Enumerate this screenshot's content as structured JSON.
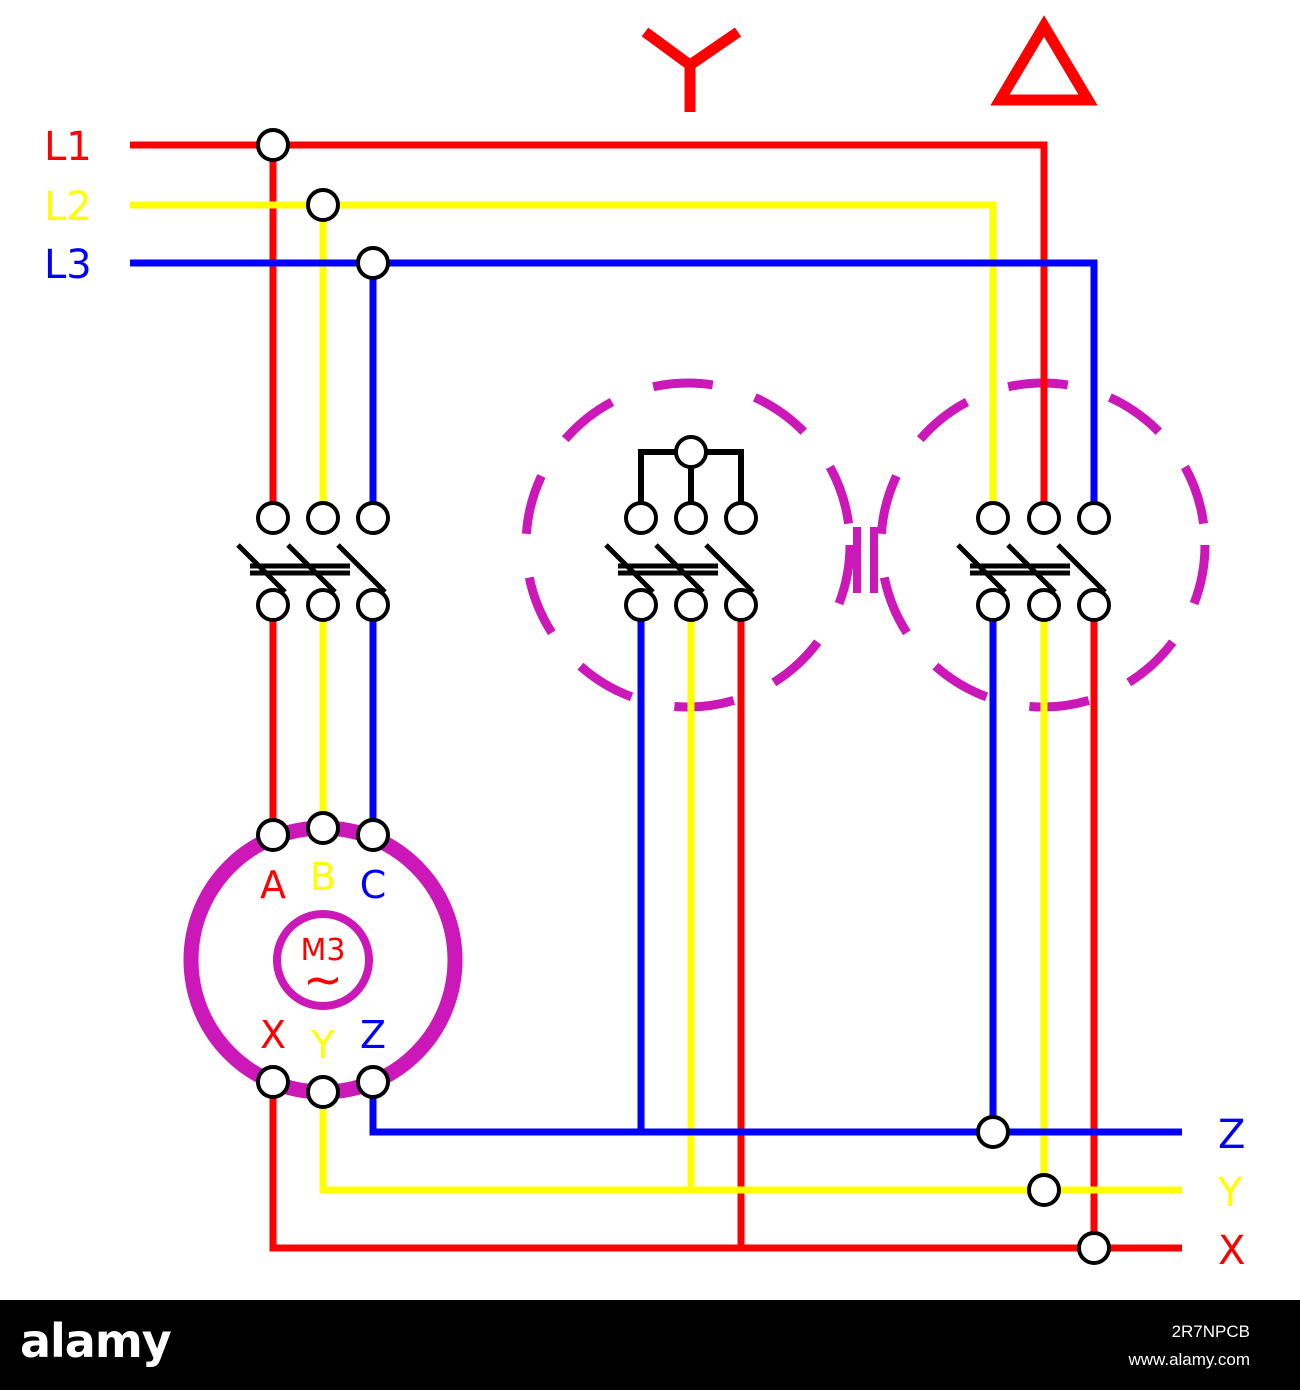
{
  "colors": {
    "phase1": "#ff0000",
    "phase2": "#ffff00",
    "phase3": "#0000ff",
    "interlock": "#cc18b8",
    "wire": "#000000",
    "footer_bg": "#000000"
  },
  "labels": {
    "star_symbol": "Y",
    "delta_symbol": "Δ",
    "L1": "L1",
    "L2": "L2",
    "L3": "L3",
    "A": "A",
    "B": "B",
    "C": "C",
    "X": "X",
    "Y": "Y",
    "Z": "Z",
    "motor_label": "M3",
    "motor_ac": "~",
    "out_z": "Z",
    "out_y": "Y",
    "out_x": "X"
  },
  "footer": {
    "brand": "alamy",
    "image_id": "2R7NPCB",
    "url": "www.alamy.com"
  }
}
